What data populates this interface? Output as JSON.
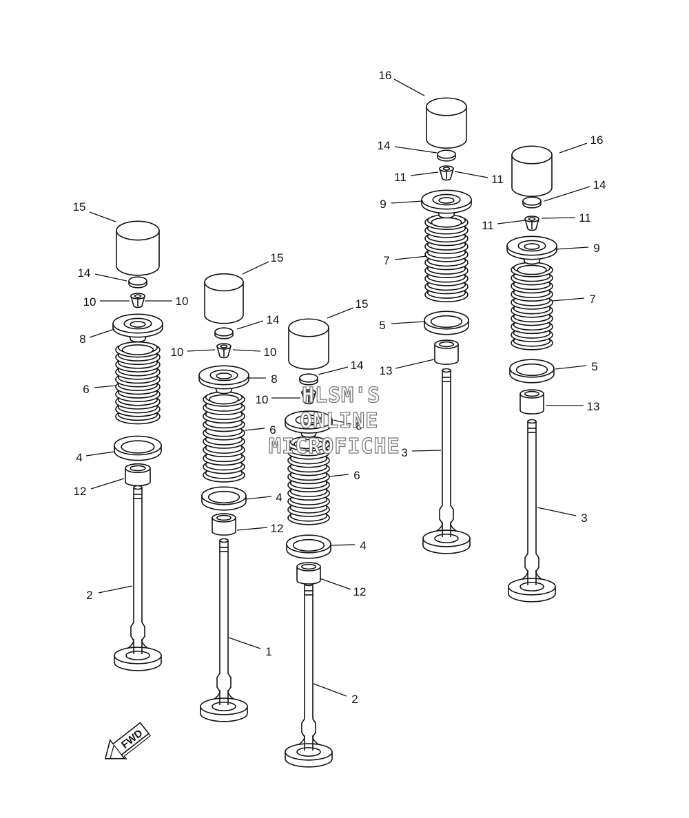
{
  "watermark": {
    "line1": "HLSM'S",
    "line2": "ONLINE",
    "line3": "MICROFICHE"
  },
  "fwd_label": "FWD",
  "callouts": [
    {
      "id": "c1",
      "text": "1"
    },
    {
      "id": "c2a",
      "text": "2"
    },
    {
      "id": "c2b",
      "text": "2"
    },
    {
      "id": "c3a",
      "text": "3"
    },
    {
      "id": "c3b",
      "text": "3"
    },
    {
      "id": "c4a",
      "text": "4"
    },
    {
      "id": "c4b",
      "text": "4"
    },
    {
      "id": "c4c",
      "text": "4"
    },
    {
      "id": "c5a",
      "text": "5"
    },
    {
      "id": "c5b",
      "text": "5"
    },
    {
      "id": "c6a",
      "text": "6"
    },
    {
      "id": "c6b",
      "text": "6"
    },
    {
      "id": "c6c",
      "text": "6"
    },
    {
      "id": "c7a",
      "text": "7"
    },
    {
      "id": "c7b",
      "text": "7"
    },
    {
      "id": "c8a",
      "text": "8"
    },
    {
      "id": "c8b",
      "text": "8"
    },
    {
      "id": "c8c",
      "text": "8"
    },
    {
      "id": "c9a",
      "text": "9"
    },
    {
      "id": "c9b",
      "text": "9"
    },
    {
      "id": "c10a",
      "text": "10"
    },
    {
      "id": "c10b",
      "text": "10"
    },
    {
      "id": "c10c",
      "text": "10"
    },
    {
      "id": "c10d",
      "text": "10"
    },
    {
      "id": "c10e",
      "text": "10"
    },
    {
      "id": "c11a",
      "text": "11"
    },
    {
      "id": "c11b",
      "text": "11"
    },
    {
      "id": "c11c",
      "text": "11"
    },
    {
      "id": "c11d",
      "text": "11"
    },
    {
      "id": "c12a",
      "text": "12"
    },
    {
      "id": "c12b",
      "text": "12"
    },
    {
      "id": "c12c",
      "text": "12"
    },
    {
      "id": "c13a",
      "text": "13"
    },
    {
      "id": "c13b",
      "text": "13"
    },
    {
      "id": "c14a",
      "text": "14"
    },
    {
      "id": "c14b",
      "text": "14"
    },
    {
      "id": "c14c",
      "text": "14"
    },
    {
      "id": "c14d",
      "text": "14"
    },
    {
      "id": "c14e",
      "text": "14"
    },
    {
      "id": "c15a",
      "text": "15"
    },
    {
      "id": "c15b",
      "text": "15"
    },
    {
      "id": "c15c",
      "text": "15"
    },
    {
      "id": "c16a",
      "text": "16"
    },
    {
      "id": "c16b",
      "text": "16"
    }
  ]
}
